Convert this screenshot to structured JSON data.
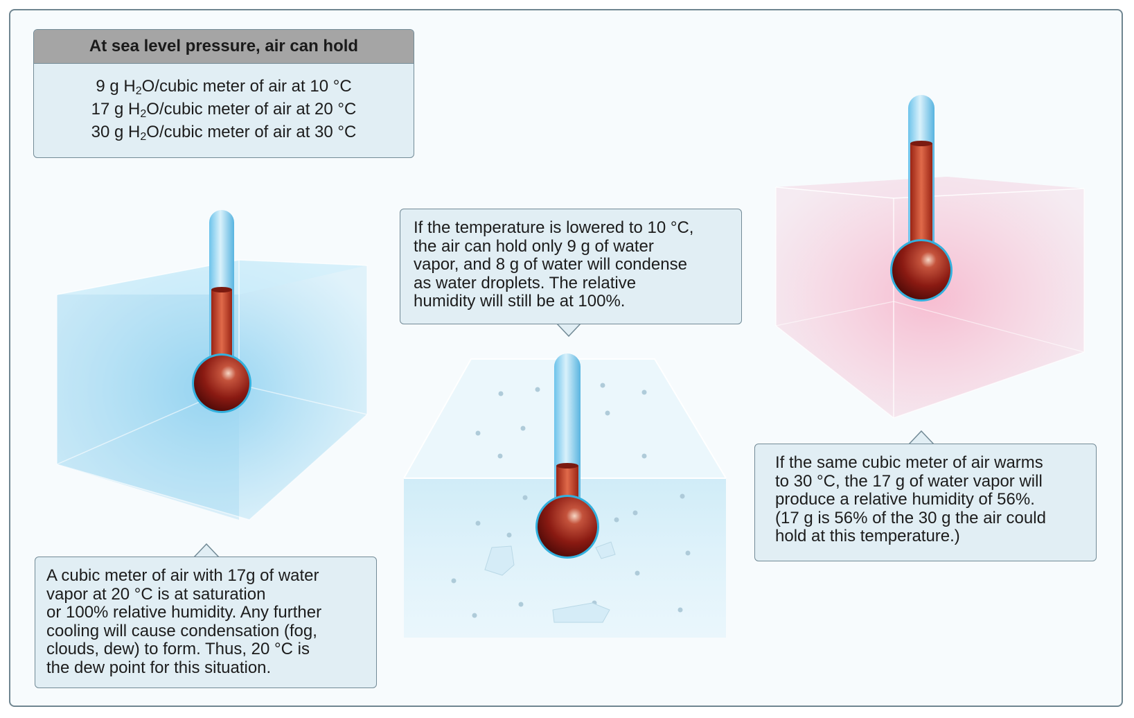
{
  "capacity_box": {
    "heading": "At sea level pressure, air can hold",
    "rows": [
      {
        "amount": "9 g H",
        "sub": "2",
        "rest": "O/cubic meter of air at 10 °C"
      },
      {
        "amount": "17 g H",
        "sub": "2",
        "rest": "O/cubic meter of air at 20 °C"
      },
      {
        "amount": "30 g H",
        "sub": "2",
        "rest": "O/cubic meter of air at 30 °C"
      }
    ]
  },
  "callouts": {
    "saturation": "A cubic meter of air with 17g of water\nvapor at 20 °C is at saturation\nor 100% relative humidity. Any further\ncooling will cause condensation (fog,\nclouds, dew) to form. Thus, 20 °C is\nthe dew point for this situation.",
    "lowered": "If the temperature is lowered to 10 °C,\nthe air can hold only 9 g of water\nvapor, and 8 g of water will condense\nas water droplets. The relative\nhumidity will still be at 100%.",
    "warmed": "If the same cubic meter of air warms\nto 30 °C, the 17 g of water vapor will\nproduce a relative humidity of 56%.\n(17 g is 56% of the 30 g the air could\nhold at this temperature.)"
  },
  "colors": {
    "border": "#728a96",
    "box_fill": "#e1eef4",
    "header_fill": "#a5a5a5",
    "mercury": "#b8321f",
    "bulb_dark": "#5e0f0b",
    "glass": "#6cc3eb",
    "cold_cube": "#8fd2f0",
    "warm_cube": "#f6a9c2"
  },
  "thermometers": [
    {
      "label": "20 °C cube",
      "level": 0.5
    },
    {
      "label": "10 °C cube",
      "level": 0.3
    },
    {
      "label": "30 °C cube",
      "level": 0.8
    }
  ]
}
